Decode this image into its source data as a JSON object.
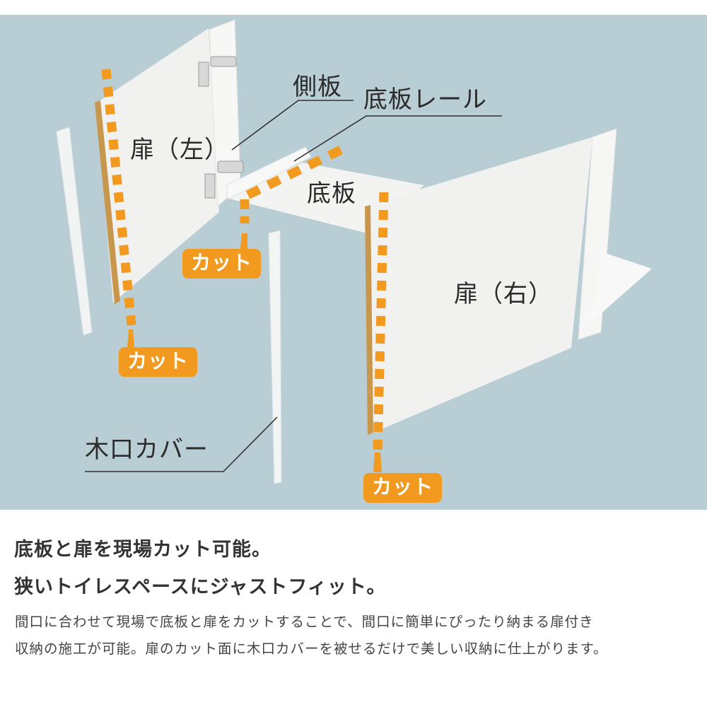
{
  "colors": {
    "panel_background": "#b9cdd4",
    "board_white": "#f4f4f2",
    "cut_orange": "#f29a20",
    "particleboard_edge": "#c8974e",
    "label_text": "#2b2b2b",
    "leader_line": "#333333"
  },
  "diagram": {
    "labels": {
      "side_panel": "側板",
      "bottom_rail": "底板レール",
      "door_left": "扉（左）",
      "bottom_board": "底板",
      "door_right": "扉（右）",
      "edge_cover": "木口カバー"
    },
    "cut_badges": [
      {
        "label": "カット",
        "target": "bottom-board"
      },
      {
        "label": "カット",
        "target": "door-left"
      },
      {
        "label": "カット",
        "target": "door-right"
      }
    ]
  },
  "copy": {
    "headline_1": "底板と扉を現場カット可能。",
    "headline_2": "狭いトイレスペースにジャストフィット。",
    "body_line_1": "間口に合わせて現場で底板と扉をカットすることで、間口に簡単にぴったり納まる扉付き",
    "body_line_2": "収納の施工が可能。扉のカット面に木口カバーを被せるだけで美しい収納に仕上がります。"
  }
}
